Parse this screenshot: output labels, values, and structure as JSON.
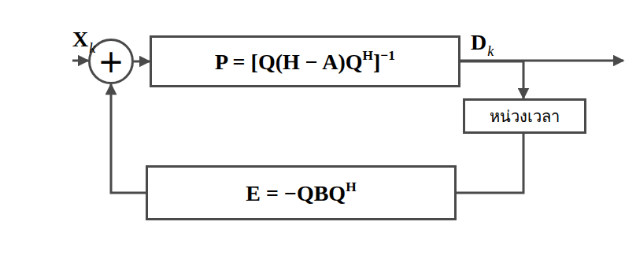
{
  "diagram": {
    "nodes": [
      {
        "text": [
          "+"
        ]
      },
      {
        "text": [
          "P = [Q(H − A)Q",
          "H",
          "]",
          "−1"
        ]
      },
      {
        "text": [
          "หน่วงเวลา"
        ]
      },
      {
        "text": [
          "E = −QBQ",
          "H"
        ]
      }
    ],
    "edges": [
      {
        "from": 0,
        "to": 1,
        "arrow": "to"
      },
      {
        "from": 1,
        "to": 2,
        "arrow": "to"
      },
      {
        "from": 2,
        "to": 3,
        "arrow": "none"
      },
      {
        "from": 3,
        "to": 0,
        "arrow": "to"
      }
    ],
    "labels": [
      "X",
      "k",
      "D",
      "k"
    ]
  }
}
